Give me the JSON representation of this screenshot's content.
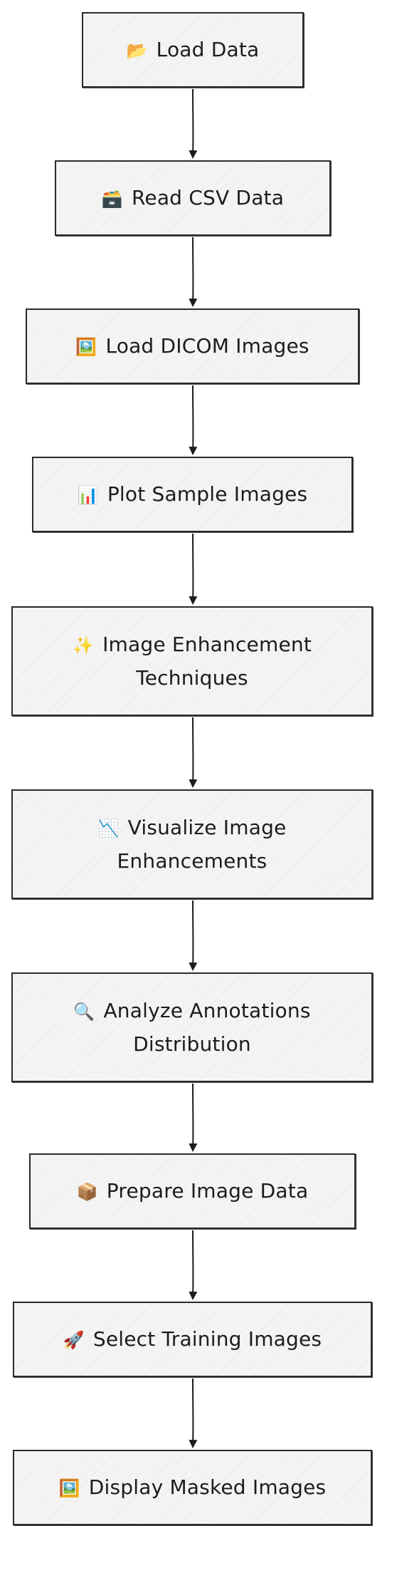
{
  "diagram": {
    "nodes": [
      {
        "id": "load-data",
        "icon": "📂",
        "icon_name": "folder-icon",
        "label": "Load Data"
      },
      {
        "id": "read-csv",
        "icon": "🗃️",
        "icon_name": "card-file-box-icon",
        "label": "Read CSV Data"
      },
      {
        "id": "load-dicom",
        "icon": "🖼️",
        "icon_name": "framed-picture-icon",
        "label": "Load DICOM Images"
      },
      {
        "id": "plot-samples",
        "icon": "📊",
        "icon_name": "bar-chart-icon",
        "label": "Plot Sample Images"
      },
      {
        "id": "enhancement",
        "icon": "✨",
        "icon_name": "sparkles-icon",
        "label": "Image Enhancement Techniques"
      },
      {
        "id": "visualize",
        "icon": "📉",
        "icon_name": "chart-decreasing-icon",
        "label": "Visualize Image Enhancements"
      },
      {
        "id": "annotations",
        "icon": "🔍",
        "icon_name": "magnifier-icon",
        "label": "Analyze Annotations Distribution"
      },
      {
        "id": "prepare",
        "icon": "📦",
        "icon_name": "package-icon",
        "label": "Prepare Image Data"
      },
      {
        "id": "select-training",
        "icon": "🚀",
        "icon_name": "rocket-icon",
        "label": "Select Training Images"
      },
      {
        "id": "display-masked",
        "icon": "🖼️",
        "icon_name": "framed-picture-icon",
        "label": "Display Masked Images"
      }
    ],
    "edges": [
      {
        "from": "load-data",
        "to": "read-csv"
      },
      {
        "from": "read-csv",
        "to": "load-dicom"
      },
      {
        "from": "load-dicom",
        "to": "plot-samples"
      },
      {
        "from": "plot-samples",
        "to": "enhancement"
      },
      {
        "from": "enhancement",
        "to": "visualize"
      },
      {
        "from": "visualize",
        "to": "annotations"
      },
      {
        "from": "annotations",
        "to": "prepare"
      },
      {
        "from": "prepare",
        "to": "select-training"
      },
      {
        "from": "select-training",
        "to": "display-masked"
      }
    ],
    "colors": {
      "stroke": "#2a2a2a",
      "fill": "#f4f4f4",
      "text": "#1c1c1c"
    }
  }
}
